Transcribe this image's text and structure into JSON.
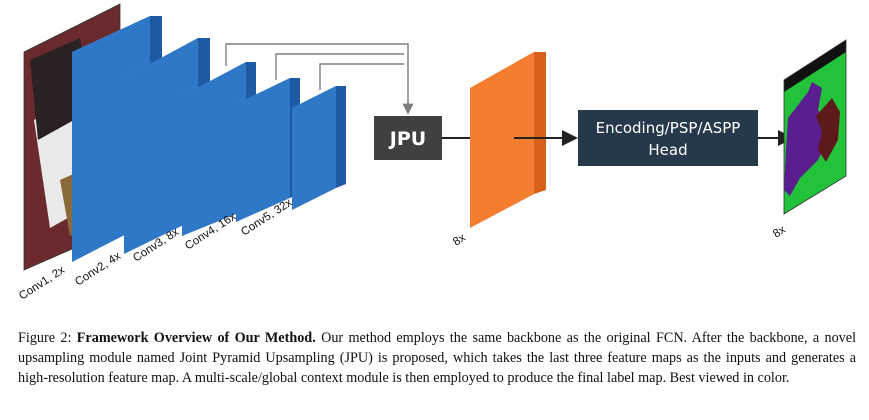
{
  "diagram": {
    "layers": [
      {
        "label": "Conv1, 2x"
      },
      {
        "label": "Conv2, 4x"
      },
      {
        "label": "Conv3, 8x"
      },
      {
        "label": "Conv4, 16x"
      },
      {
        "label": "Conv5, 32x"
      }
    ],
    "jpu_label": "JPU",
    "feature_map_label": "8x",
    "head_line1": "Encoding/PSP/ASPP",
    "head_line2": "Head",
    "output_label": "8x",
    "colors": {
      "conv_front": "#2f78c8",
      "conv_side": "#1e5aa3",
      "jpu_box": "#404040",
      "feature_front": "#f47d30",
      "feature_side": "#d8621a",
      "head_box": "#25394a",
      "connector": "#7f7f7f"
    }
  },
  "caption": {
    "prefix": "Figure 2: ",
    "title": "Framework Overview of Our Method.",
    "body": " Our method employs the same backbone as the original FCN. After the backbone, a novel upsampling module named Joint Pyramid Upsampling (JPU) is proposed, which takes the last three feature maps as the inputs and generates a high-resolution feature map. A multi-scale/global context module is then employed to produce the final label map. Best viewed in color."
  }
}
